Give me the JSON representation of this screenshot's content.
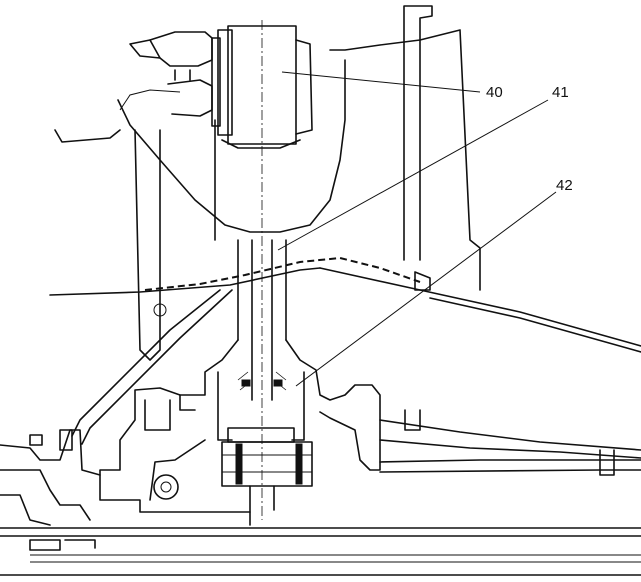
{
  "callouts": [
    {
      "label": "40"
    },
    {
      "label": "41"
    },
    {
      "label": "42"
    }
  ],
  "ink_color": "#111111",
  "background_color": "#ffffff"
}
